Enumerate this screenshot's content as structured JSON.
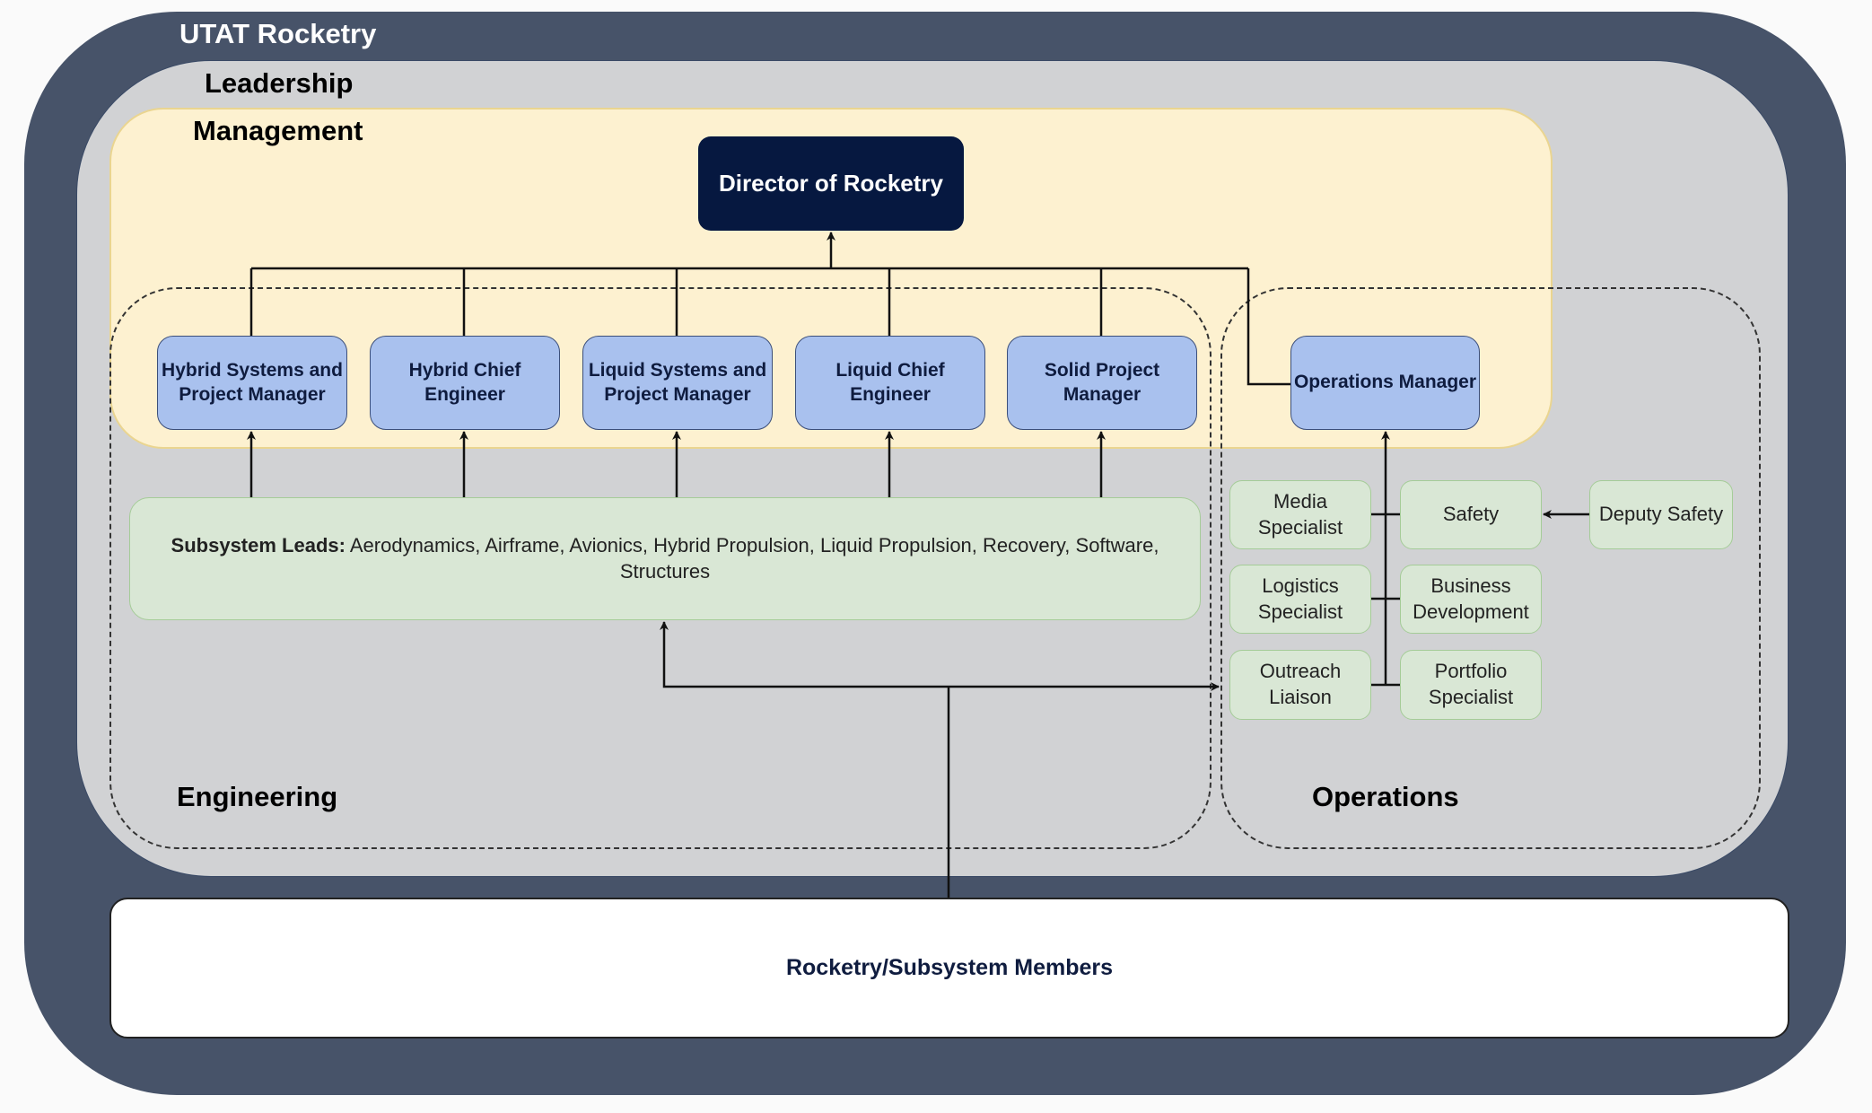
{
  "title": "UTAT Rocketry",
  "leadership_label": "Leadership",
  "management_label": "Management",
  "director": "Director of Rocketry",
  "managers": [
    {
      "id": "hybrid-systems-pm",
      "label": "Hybrid Systems and Project Manager"
    },
    {
      "id": "hybrid-chief-engineer",
      "label": "Hybrid Chief Engineer"
    },
    {
      "id": "liquid-systems-pm",
      "label": "Liquid Systems and Project Manager"
    },
    {
      "id": "liquid-chief-engineer",
      "label": "Liquid Chief Engineer"
    },
    {
      "id": "solid-pm",
      "label": "Solid Project Manager"
    }
  ],
  "operations_manager": "Operations Manager",
  "subsystem_leads": {
    "prefix": "Subsystem Leads:",
    "list": "Aerodynamics, Airframe, Avionics, Hybrid Propulsion, Liquid Propulsion, Recovery, Software, Structures"
  },
  "operations_roles": [
    {
      "id": "media-specialist",
      "label": "Media Specialist"
    },
    {
      "id": "safety",
      "label": "Safety"
    },
    {
      "id": "deputy-safety",
      "label": "Deputy Safety"
    },
    {
      "id": "logistics-specialist",
      "label": "Logistics Specialist"
    },
    {
      "id": "business-development",
      "label": "Business Development"
    },
    {
      "id": "outreach-liaison",
      "label": "Outreach Liaison"
    },
    {
      "id": "portfolio-specialist",
      "label": "Portfolio Specialist"
    }
  ],
  "engineering_label": "Engineering",
  "operations_label": "Operations",
  "members": "Rocketry/Subsystem Members",
  "colors": {
    "outer": "#475369",
    "leadership": "#d1d2d4",
    "management": "#fdf1d0",
    "director": "#061840",
    "manager_box": "#a9c1ee",
    "role_box": "#d9e7d5"
  }
}
